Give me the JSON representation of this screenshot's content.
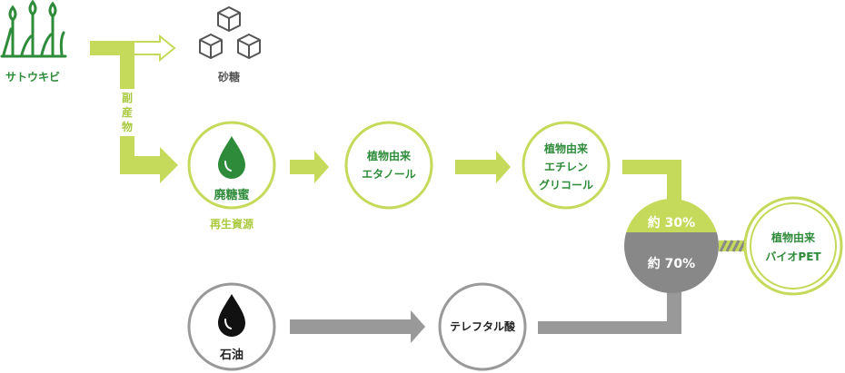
{
  "colors": {
    "lime": "#c5d95a",
    "green": "#2e8b3a",
    "grey": "#999999",
    "dark_grey": "#888888",
    "black": "#111111"
  },
  "nodes": {
    "sugarcane": "サトウキビ",
    "sugar": "砂糖",
    "byproduct_vertical": "副産物",
    "molasses": "廃糖蜜",
    "molasses_sub": "再生資源",
    "ethanol_line1": "植物由来",
    "ethanol_line2": "エタノール",
    "eg_line1": "植物由来",
    "eg_line2": "エチレン",
    "eg_line3": "グリコール",
    "ratio_top": "約 30%",
    "ratio_bottom": "約 70%",
    "biopet_line1": "植物由来",
    "biopet_line2": "バイオPET",
    "oil": "石油",
    "tpa": "テレフタル酸"
  },
  "icons": {
    "sugarcane": "sugarcane-icon",
    "sugar": "sugar-cubes-icon",
    "molasses": "green-drop-icon",
    "oil": "black-drop-icon"
  }
}
